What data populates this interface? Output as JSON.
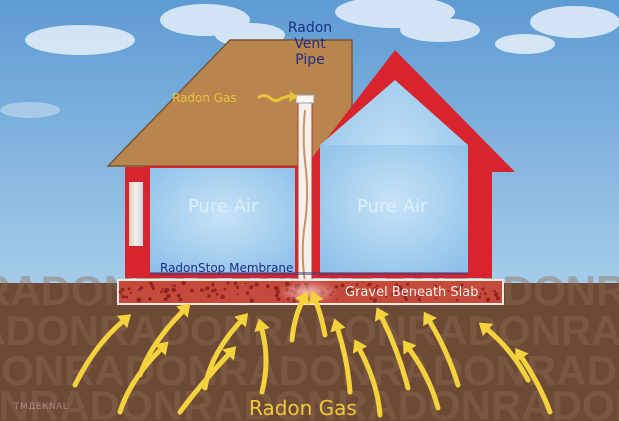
{
  "labels": {
    "vent_pipe": [
      "Radon",
      "Vent",
      "Pipe"
    ],
    "radon_gas_top": "Radon Gas",
    "pure_air_left": "Pure Air",
    "pure_air_right": "Pure Air",
    "membrane": "RadonStop Membrane",
    "gravel": "Gravel Beneath Slab",
    "radon_gas_bottom": "Radon Gas",
    "watermark": "ТМДЕКNAL"
  },
  "background_word": "RADON",
  "colors": {
    "sky": "#6fa7d8",
    "soil": "#6d4a36",
    "roof": "#b7854d",
    "walls": "#d8242e",
    "interior": "#a9d2f1",
    "gravel": "#c44a3b",
    "arrows": "#f4d23c",
    "label_blue": "#1f2f86"
  }
}
